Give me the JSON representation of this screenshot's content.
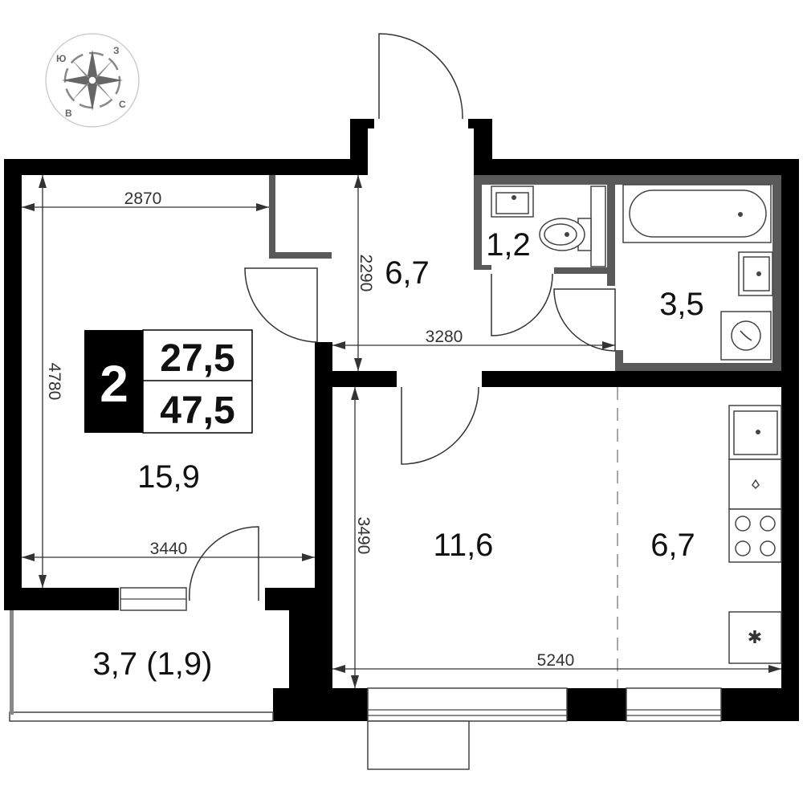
{
  "plan": {
    "rooms_count": "2",
    "living_area": "27,5",
    "total_area": "47,5",
    "compass": {
      "labels": [
        "Ю",
        "З",
        "В",
        "С"
      ]
    },
    "rooms": [
      {
        "id": "bedroom",
        "area": "15,9"
      },
      {
        "id": "hallway",
        "area": "6,7"
      },
      {
        "id": "toilet",
        "area": "1,2"
      },
      {
        "id": "bathroom",
        "area": "3,5"
      },
      {
        "id": "living-room",
        "area": "11,6"
      },
      {
        "id": "kitchen",
        "area": "6,7"
      },
      {
        "id": "balcony",
        "area": "3,7 (1,9)"
      }
    ],
    "dimensions": [
      "2870",
      "4780",
      "2290",
      "3280",
      "3440",
      "3490",
      "5240"
    ]
  },
  "colors": {
    "walls": "#000000",
    "inner_walls": "#595959",
    "background": "#ffffff"
  }
}
